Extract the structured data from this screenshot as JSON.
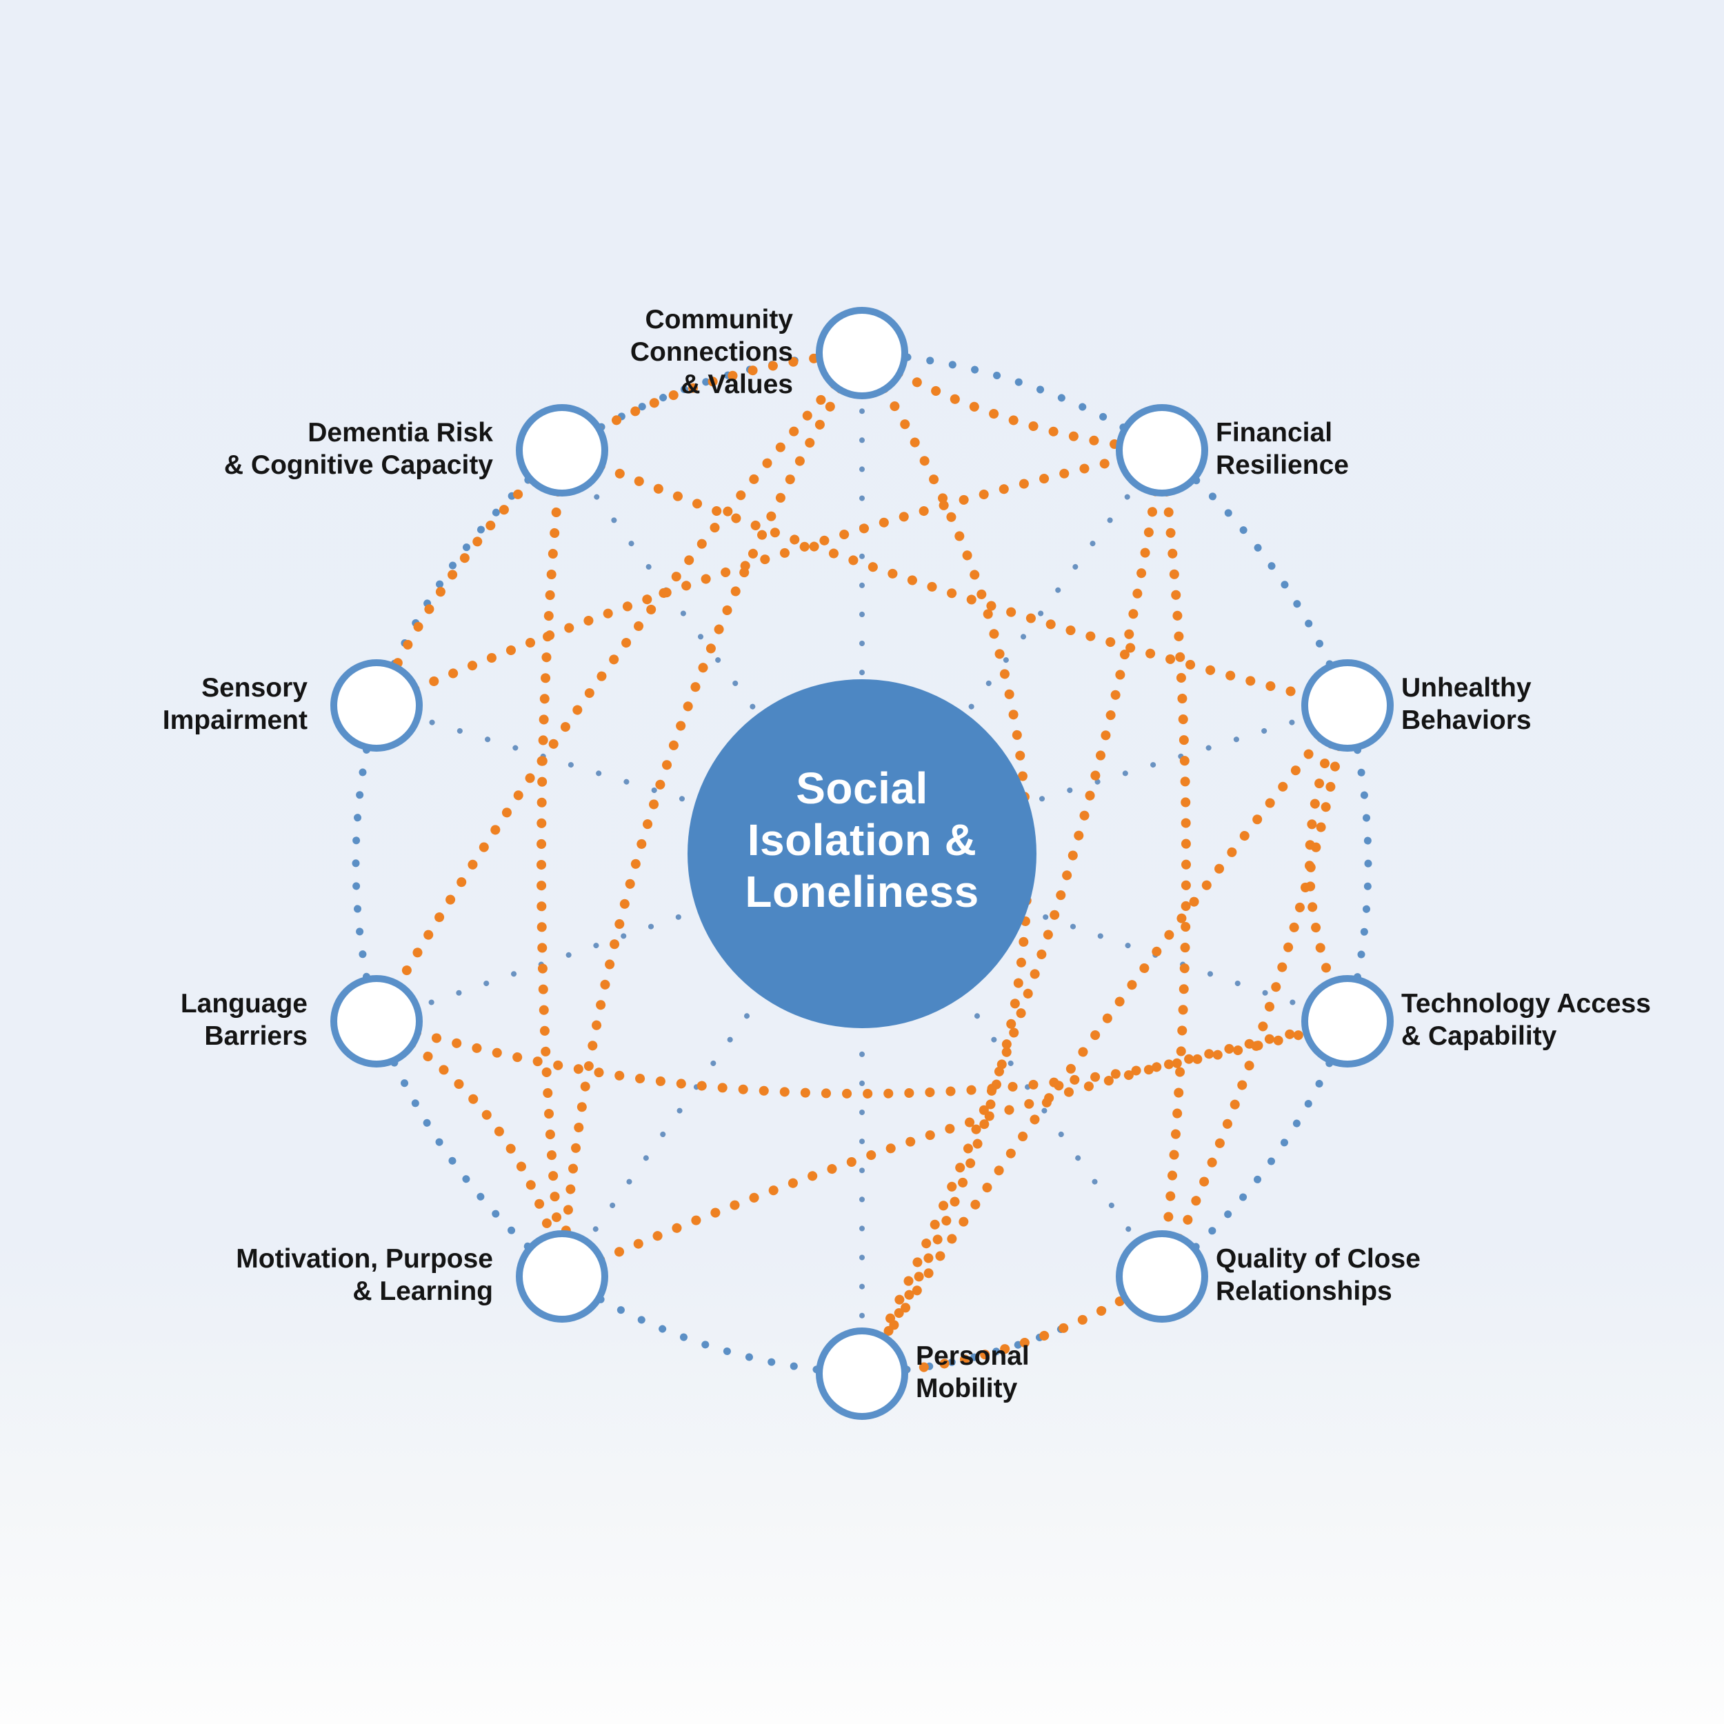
{
  "center": {
    "lines": [
      "Social",
      "Isolation &",
      "Loneliness"
    ]
  },
  "nodes": [
    {
      "id": "community",
      "label_lines": [
        "Community",
        "Connections",
        "& Values"
      ]
    },
    {
      "id": "financial",
      "label_lines": [
        "Financial",
        "Resilience"
      ]
    },
    {
      "id": "unhealthy",
      "label_lines": [
        "Unhealthy",
        "Behaviors"
      ]
    },
    {
      "id": "technology",
      "label_lines": [
        "Technology Access",
        "& Capability"
      ]
    },
    {
      "id": "quality",
      "label_lines": [
        "Quality of Close",
        "Relationships"
      ]
    },
    {
      "id": "mobility",
      "label_lines": [
        "Personal",
        "Mobility"
      ]
    },
    {
      "id": "motivation",
      "label_lines": [
        "Motivation, Purpose",
        "& Learning"
      ]
    },
    {
      "id": "language",
      "label_lines": [
        "Language",
        "Barriers"
      ]
    },
    {
      "id": "sensory",
      "label_lines": [
        "Sensory",
        "Impairment"
      ]
    },
    {
      "id": "dementia",
      "label_lines": [
        "Dementia Risk",
        "& Cognitive Capacity"
      ]
    }
  ],
  "orange_links": [
    [
      "dementia",
      "community"
    ],
    [
      "community",
      "financial"
    ],
    [
      "community",
      "language"
    ],
    [
      "community",
      "motivation"
    ],
    [
      "community",
      "mobility"
    ],
    [
      "dementia",
      "sensory"
    ],
    [
      "dementia",
      "motivation"
    ],
    [
      "dementia",
      "unhealthy"
    ],
    [
      "sensory",
      "financial"
    ],
    [
      "language",
      "motivation"
    ],
    [
      "language",
      "technology"
    ],
    [
      "motivation",
      "technology"
    ],
    [
      "financial",
      "quality"
    ],
    [
      "financial",
      "mobility"
    ],
    [
      "unhealthy",
      "technology"
    ],
    [
      "unhealthy",
      "quality"
    ],
    [
      "unhealthy",
      "mobility"
    ],
    [
      "mobility",
      "quality"
    ]
  ],
  "colors": {
    "accent_orange": "#ee8122",
    "node_stroke": "#5a90c9",
    "center_fill": "#4d87c3",
    "perimeter_blue": "#5b8fc5",
    "radial_blue": "#6992c1",
    "label_text": "#141414",
    "center_text": "#ffffff"
  }
}
